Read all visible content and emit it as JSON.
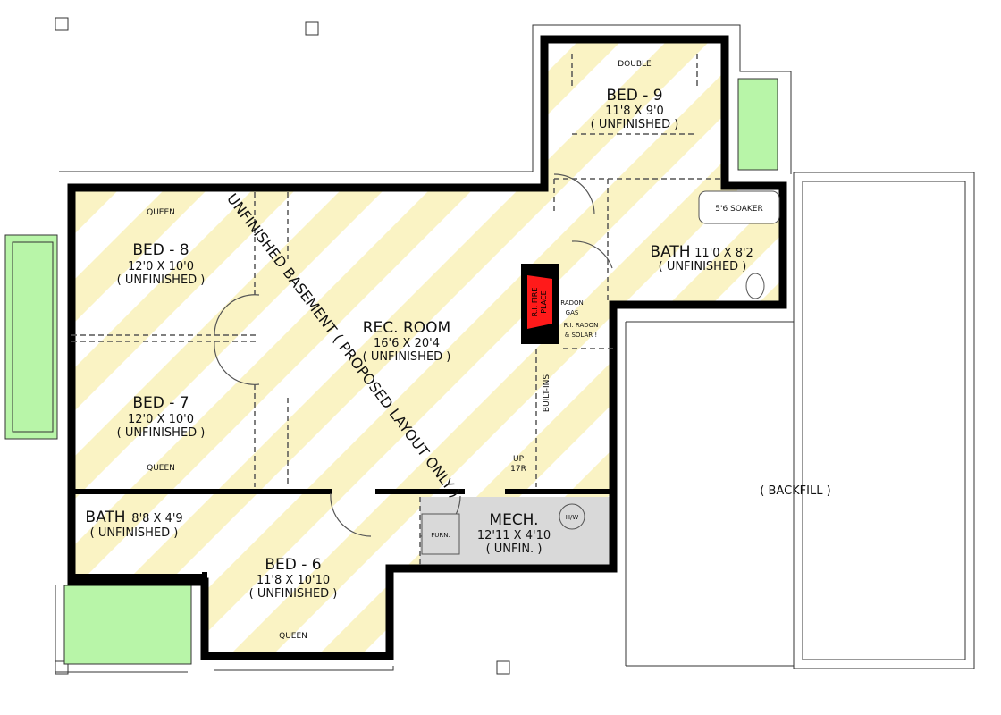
{
  "title": "UNFINISHED BASEMENT ( PROPOSED LAYOUT ONLY )",
  "colors": {
    "stripe": "#faf3c4",
    "window_green": "#b8f5a8",
    "wall": "#000000",
    "mech_fill": "#d9d9d9",
    "fireplace": "#ff1a1a"
  },
  "rooms": {
    "bed9": {
      "name": "BED - 9",
      "size": "11'8 X 9'0",
      "status": "( UNFINISHED )",
      "bed": "DOUBLE"
    },
    "bed8": {
      "name": "BED - 8",
      "size": "12'0 X 10'0",
      "status": "( UNFINISHED )",
      "bed": "QUEEN"
    },
    "bed7": {
      "name": "BED - 7",
      "size": "12'0 X 10'0",
      "status": "( UNFINISHED )",
      "bed": "QUEEN"
    },
    "bed6": {
      "name": "BED - 6",
      "size": "11'8 X 10'10",
      "status": "( UNFINISHED )",
      "bed": "QUEEN"
    },
    "rec": {
      "name": "REC. ROOM",
      "size": "16'6 X 20'4",
      "status": "( UNFINISHED )"
    },
    "bath_upper": {
      "name": "BATH",
      "size": "11'0 X 8'2",
      "status": "( UNFINISHED )",
      "tub": "5'6 SOAKER"
    },
    "bath_lower": {
      "name": "BATH",
      "size": "8'8 X 4'9",
      "status": "( UNFINISHED )"
    },
    "mech": {
      "name": "MECH.",
      "size": "12'11 X 4'10",
      "status": "( UNFIN. )",
      "furnace": "FURN.",
      "water_heater": "H/W"
    },
    "backfill": {
      "name": "( BACKFILL )"
    }
  },
  "fireplace": {
    "line1": "R.I. FIRE",
    "line2": "PLACE"
  },
  "notes": {
    "radon1": "RADON",
    "radon2": "GAS",
    "solar1": "R.I. RADON",
    "solar2": "& SOLAR !",
    "builtins": "BUILT-INS",
    "stairs1": "UP",
    "stairs2": "17R"
  }
}
